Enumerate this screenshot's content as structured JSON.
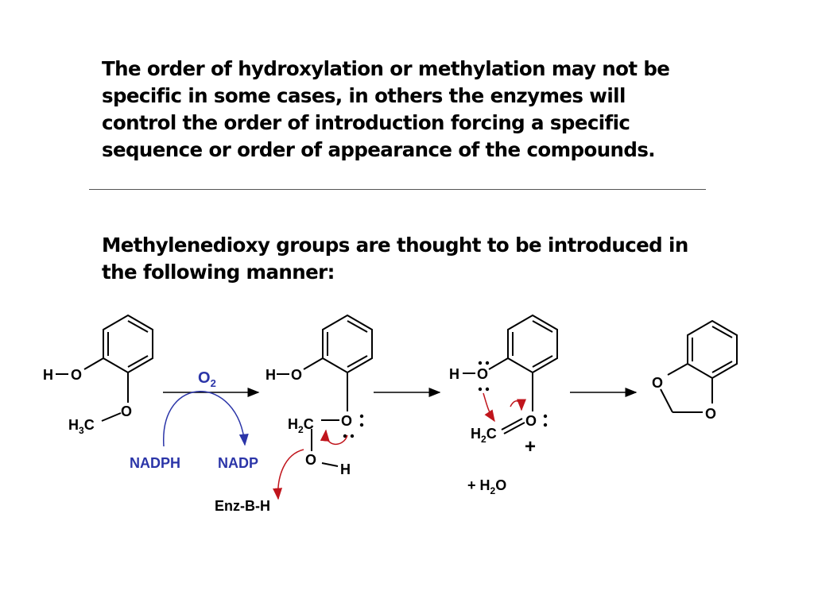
{
  "text": {
    "paragraph1": "The order of hydroxylation or methylation may not be specific in some cases, in others the enzymes will control the order of introduction forcing a specific sequence or order of appearance of the compounds.",
    "paragraph2": "Methylenedioxy groups are thought to be introduced in the following manner:"
  },
  "scheme": {
    "h": "H",
    "o": "O",
    "c": "C",
    "sub3": "3",
    "sub2": "2",
    "reagent_o": "O",
    "reagent_sub": "2",
    "nadph": "NADPH",
    "nadp": "NADP",
    "enz": "Enz-B-H",
    "plus": "+",
    "water_prefix": "+ H",
    "water_suffix": "O"
  },
  "colors": {
    "reagent": "#2b35a8",
    "electron_arrow": "#c0151c",
    "text": "#000000"
  }
}
